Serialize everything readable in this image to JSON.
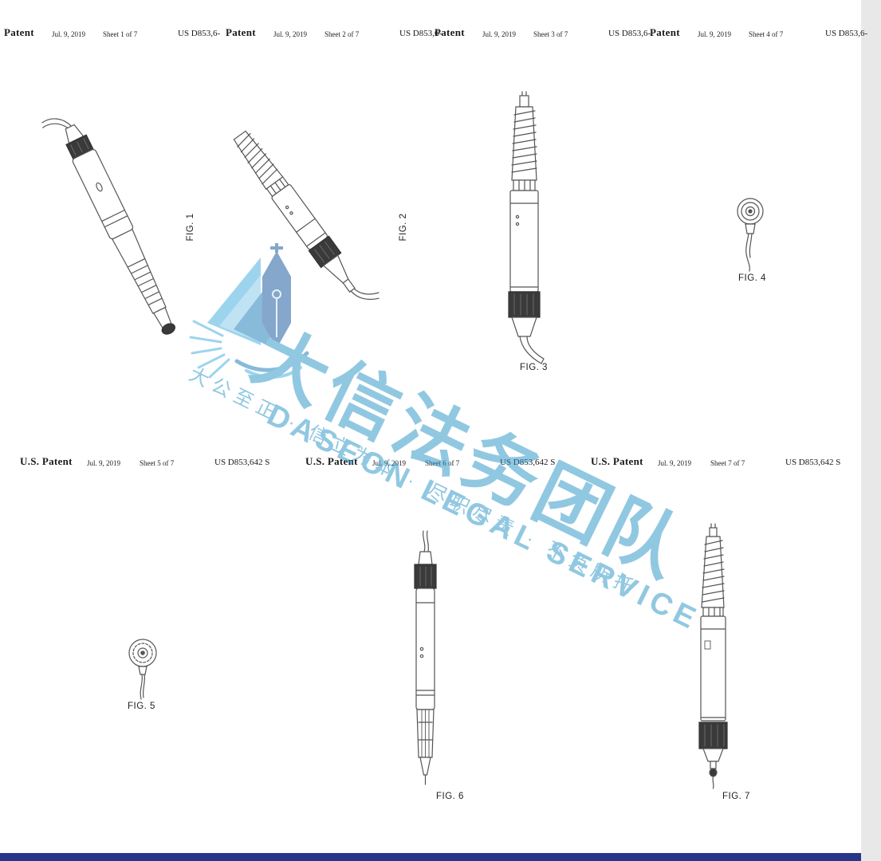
{
  "headers_top": [
    {
      "title": "Patent",
      "date": "Jul. 9, 2019",
      "sheet": "Sheet 1 of 7",
      "patent_no": "US D853,6-"
    },
    {
      "title": "Patent",
      "date": "Jul. 9, 2019",
      "sheet": "Sheet 2 of 7",
      "patent_no": "US D853,6-"
    },
    {
      "title": "Patent",
      "date": "Jul. 9, 2019",
      "sheet": "Sheet 3 of 7",
      "patent_no": "US D853,6-"
    },
    {
      "title": "Patent",
      "date": "Jul. 9, 2019",
      "sheet": "Sheet 4 of 7",
      "patent_no": "US D853,6-"
    }
  ],
  "headers_bottom": [
    {
      "title": "U.S. Patent",
      "date": "Jul. 9, 2019",
      "sheet": "Sheet 5 of 7",
      "patent_no": "US D853,642 S"
    },
    {
      "title": "U.S. Patent",
      "date": "Jul. 9, 2019",
      "sheet": "Sheet 6 of 7",
      "patent_no": "US D853,642 S"
    },
    {
      "title": "U.S. Patent",
      "date": "Jul. 9, 2019",
      "sheet": "Sheet 7 of 7",
      "patent_no": "US D853,642 S"
    }
  ],
  "figure_labels": [
    "FIG. 1",
    "FIG. 2",
    "FIG. 3",
    "FIG. 4",
    "FIG. 5",
    "FIG. 6",
    "FIG. 7"
  ],
  "watermark": {
    "cn_main": "大信法务团队",
    "en_main": "DASEON LEGAL SERVICE",
    "tagline": "大公至正 · 信立为本 · 尽职尽责 · 不负所托",
    "color": "#2e96c7"
  },
  "colors": {
    "bottom_bar": "#28368a",
    "line_art": "#555555"
  }
}
